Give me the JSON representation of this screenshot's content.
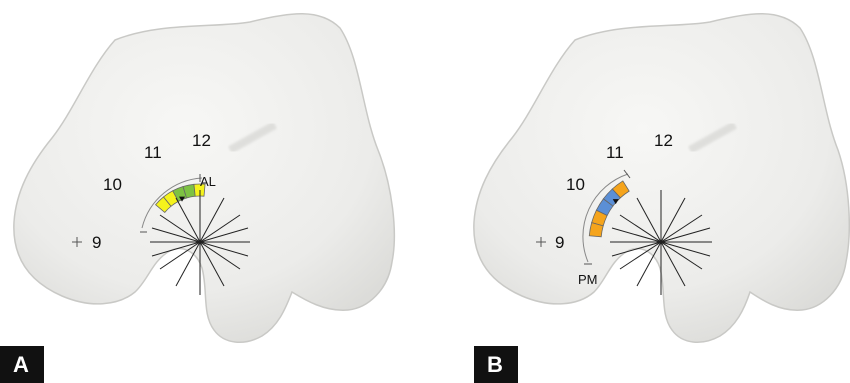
{
  "panels": [
    {
      "letter": "A",
      "clock_labels": {
        "nine": "9",
        "ten": "10",
        "eleven": "11",
        "twelve": "12"
      },
      "arc_label": "AL",
      "segment_colors": [
        "#f5f31c",
        "#f5f31c",
        "#7dc242",
        "#7dc242",
        "#f5f31c"
      ]
    },
    {
      "letter": "B",
      "clock_labels": {
        "nine": "9",
        "ten": "10",
        "eleven": "11",
        "twelve": "12"
      },
      "arc_label": "PM",
      "segment_colors": [
        "#f5a41c",
        "#5b8fd6",
        "#5b8fd6",
        "#f5a41c",
        "#f5a41c"
      ]
    }
  ],
  "colors": {
    "bone_fill": "#efefed",
    "bone_edge": "#c9c9c6",
    "panel_badge": "#111111",
    "line": "#222222"
  }
}
